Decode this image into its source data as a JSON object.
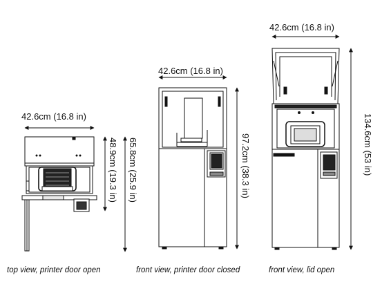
{
  "views": [
    {
      "caption": "top view, printer door open",
      "width_label": "42.6cm (16.8 in)",
      "depth_label": "48.9cm (19.3 in)",
      "depth_open_label": "65.8cm (25.9 in)"
    },
    {
      "caption": "front view, printer door closed",
      "width_label": "42.6cm (16.8 in)",
      "height_label": "97.2cm (38.3 in)"
    },
    {
      "caption": "front view, lid open",
      "width_label": "42.6cm (16.8 in)",
      "height_label": "134.6cm (53 in)"
    }
  ]
}
